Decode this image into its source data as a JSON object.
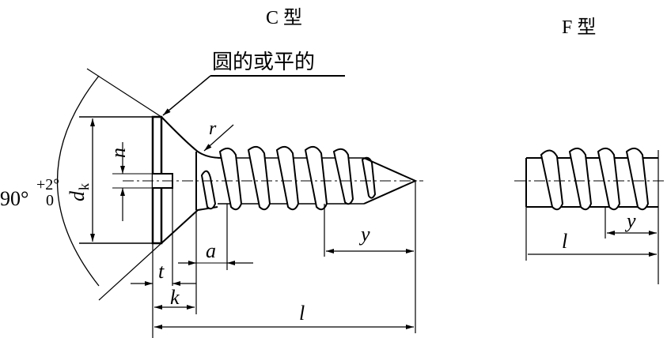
{
  "titles": {
    "c_type": "C 型",
    "f_type": "F 型"
  },
  "callout": "圆的或平的",
  "angle": {
    "base": "90°",
    "upper": "+2°",
    "lower": "0"
  },
  "dims": {
    "dk_main": "d",
    "dk_sub": "k",
    "n": "n",
    "r": "r",
    "a": "a",
    "t": "t",
    "k": "k",
    "l": "l",
    "y": "y"
  },
  "f_dims": {
    "l": "l",
    "y": "y"
  }
}
